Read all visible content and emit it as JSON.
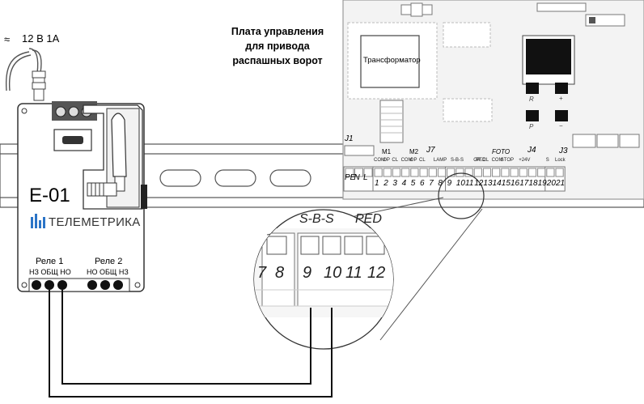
{
  "power_label": "12 В 1А",
  "board_title": [
    "Плата управления",
    "для привода",
    "распашных ворот"
  ],
  "device": {
    "model": "E-01",
    "brand": "ТЕЛЕМЕТРИКА",
    "relay1": "Реле 1",
    "relay2": "Реле 2",
    "relay1_pins": "НЗ ОБЩ НО",
    "relay2_pins": "НО ОБЩ НЗ"
  },
  "board": {
    "transformer": "Трансформатор",
    "j1": "J1",
    "j1_pins": [
      "PE",
      "N",
      "L"
    ],
    "m1": "M1",
    "m2": "M2",
    "j7": "J7",
    "foto": "FOTO",
    "j4": "J4",
    "j3": "J3",
    "pin_labels": [
      "COM",
      "OP",
      "CL",
      "COM",
      "OP",
      "CL",
      "LAMP",
      "S-B-S",
      "PED",
      "FOTO",
      "OP",
      "CL",
      "COM",
      "STOP",
      "+24V",
      "S",
      "Lock"
    ],
    "terminals": [
      "1",
      "2",
      "3",
      "4",
      "5",
      "6",
      "7",
      "8",
      "9",
      "10",
      "11",
      "12",
      "13",
      "14",
      "15",
      "16",
      "17",
      "18",
      "19",
      "20",
      "21"
    ],
    "btn_r": "R",
    "btn_plus": "+",
    "btn_p": "P",
    "btn_minus": "−"
  },
  "zoom": {
    "sbs": "S-B-S",
    "ped": "PED",
    "numbers": [
      "7",
      "8",
      "9",
      "10",
      "11",
      "12"
    ]
  }
}
